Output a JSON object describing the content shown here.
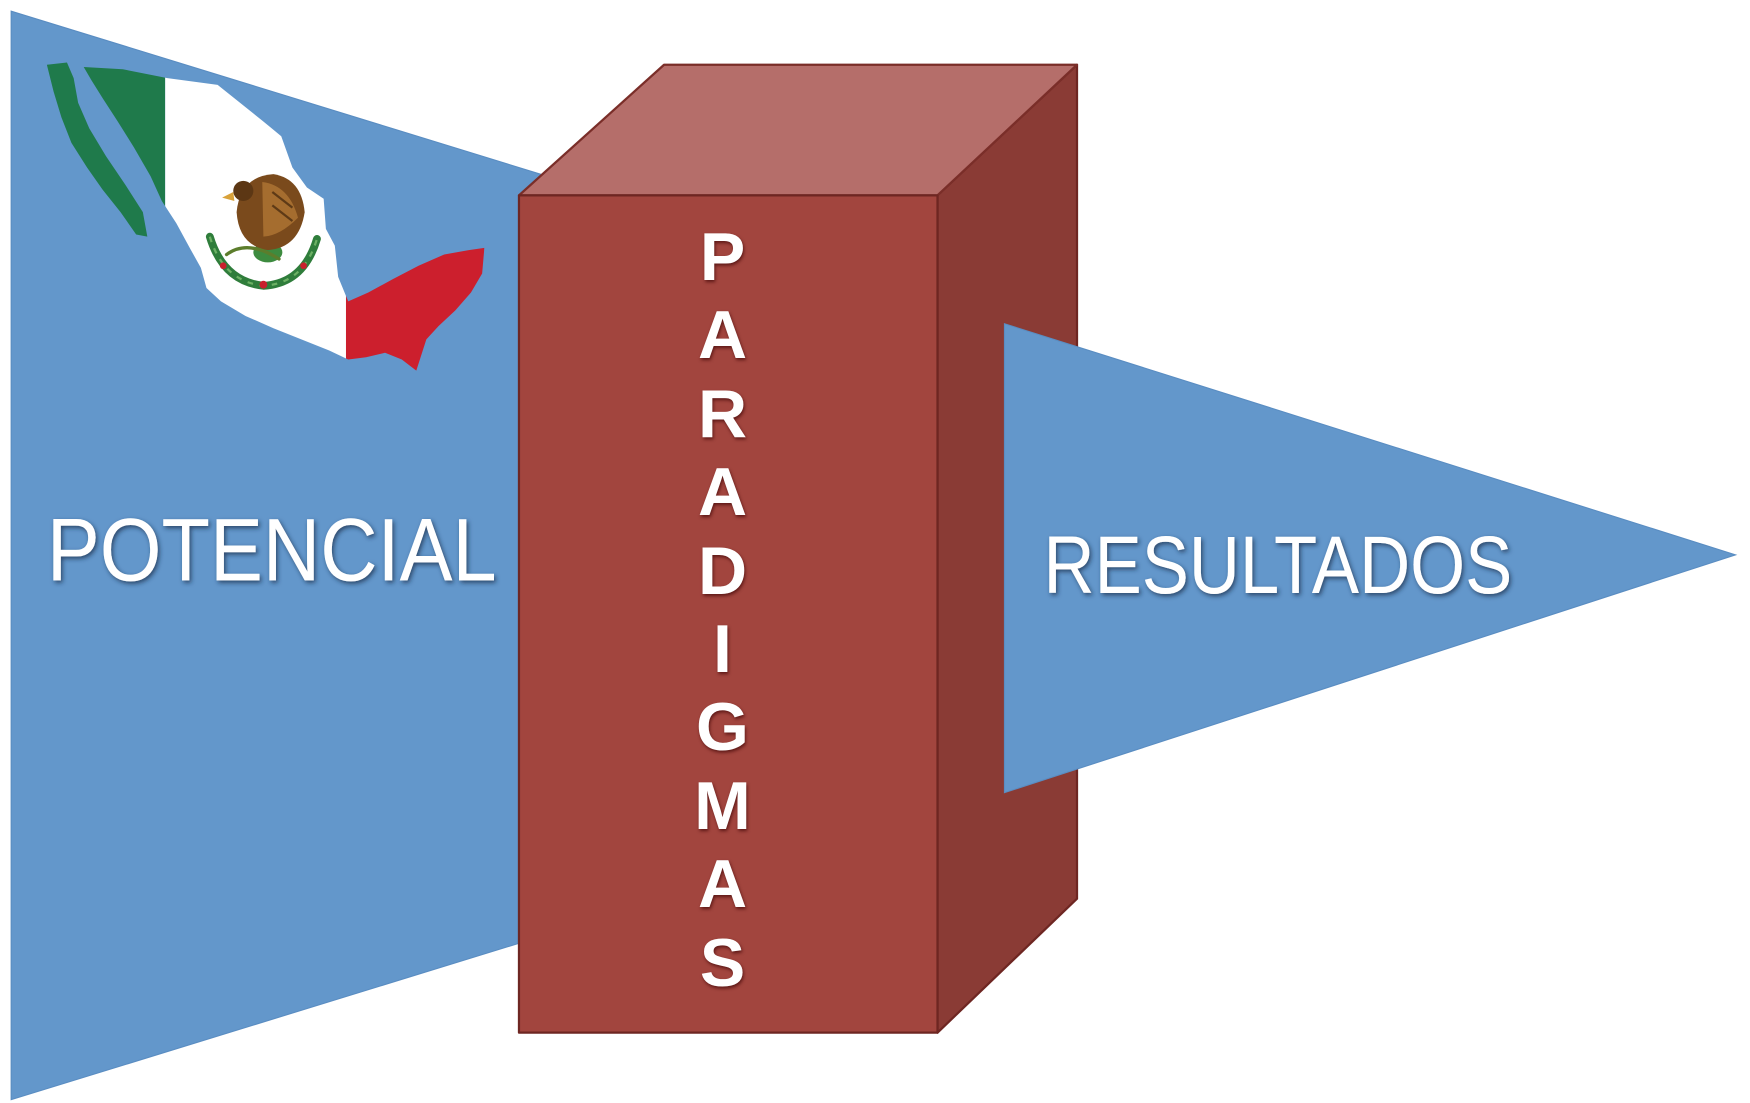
{
  "diagram": {
    "left_label": "POTENCIAL",
    "center_label": "PARADIGMAS",
    "right_label": "RESULTADOS"
  },
  "icons": {
    "flag_map": "mexico-flag-map-icon",
    "emblem": "eagle-emblem-icon"
  },
  "colors": {
    "arrow_blue": "#6397cb",
    "block_front": "#a2453e",
    "block_top": "#b56e6a",
    "block_side": "#8a3b35",
    "label_text": "#ffffff",
    "flag_green": "#1f7a4b",
    "flag_white": "#ffffff",
    "flag_red": "#cc1f2d"
  }
}
